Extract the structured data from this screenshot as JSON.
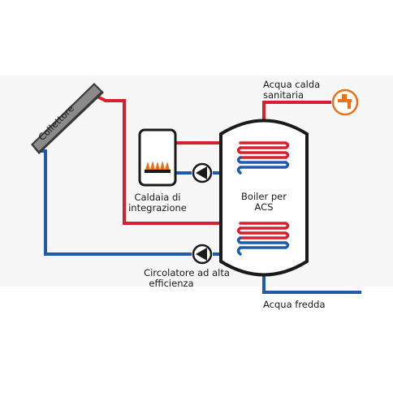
{
  "labels": {
    "collector": "Collettore",
    "hot_water_line1": "Acqua calda",
    "hot_water_line2": "sanitaria",
    "boiler_aux_line1": "Caldaia di",
    "boiler_aux_line2": "integrazione",
    "tank_line1": "Boiler per",
    "tank_line2": "ACS",
    "pump_line1": "Circolatore ad alta",
    "pump_line2": "efficienza",
    "cold_water": "Acqua fredda"
  },
  "colors": {
    "hot_pipe": "#d7202e",
    "cold_pipe": "#1f5ba8",
    "outline": "#1a1a1a",
    "flame": "#e8711c",
    "tap": "#e8711c",
    "collector_frame": "#555555"
  },
  "icons": {
    "tap": "tap-icon",
    "pump": "pump-icon",
    "flame": "flame-icon"
  }
}
